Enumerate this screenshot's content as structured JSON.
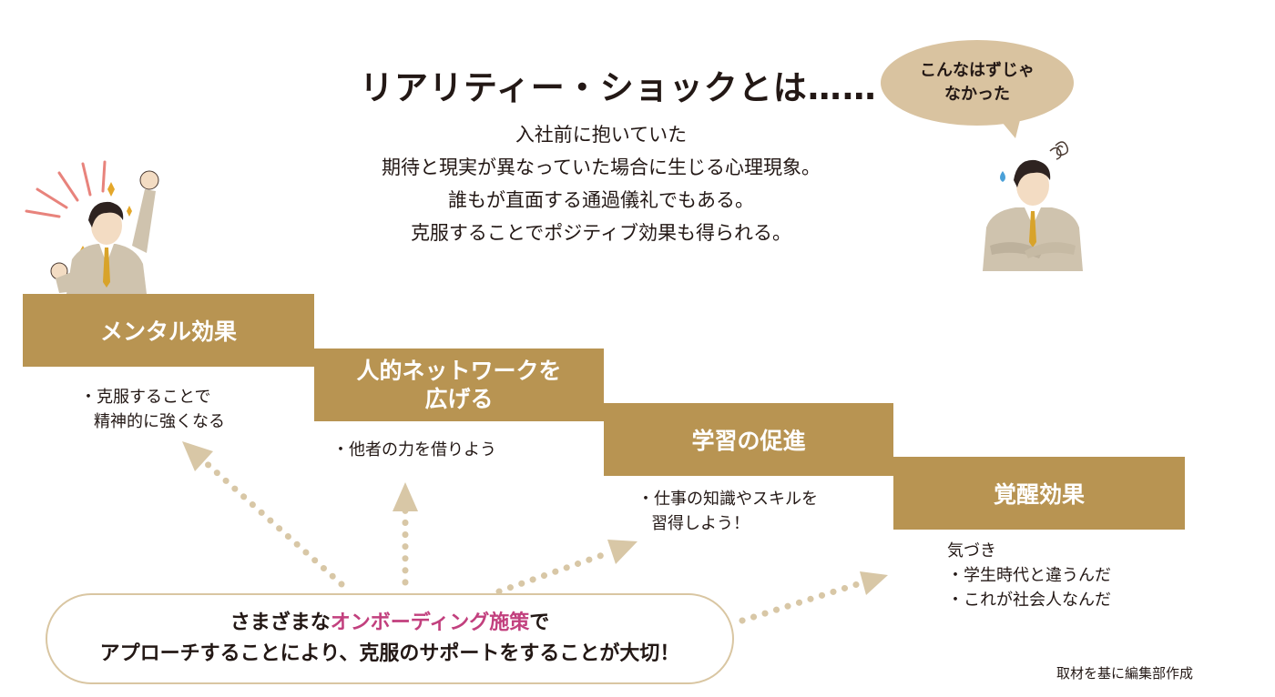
{
  "title": "リアリティー・ショックとは……",
  "intro": {
    "lines": [
      "入社前に抱いていた",
      "期待と現実が異なっていた場合に生じる心理現象。",
      "誰もが直面する通過儀礼でもある。",
      "克服することでポジティブ効果も得られる。"
    ]
  },
  "speech_bubble": {
    "line1": "こんなはずじゃ",
    "line2": "なかった"
  },
  "steps": [
    {
      "label": "メンタル効果",
      "note": [
        "・克服することで",
        "精神的に強くなる"
      ]
    },
    {
      "label_line1": "人的ネットワークを",
      "label_line2": "広げる",
      "note": [
        "・他者の力を借りよう"
      ]
    },
    {
      "label": "学習の促進",
      "note": [
        "・仕事の知識やスキルを",
        "習得しよう！"
      ]
    },
    {
      "label": "覚醒効果",
      "note": [
        "気づき",
        "・学生時代と違うんだ",
        "・これが社会人なんだ"
      ]
    }
  ],
  "callout": {
    "line1_pre": "さまざまな",
    "line1_accent": "オンボーディング施策",
    "line1_post": "で",
    "line2": "アプローチすることにより、克服のサポートをすることが大切！"
  },
  "credit": "取材を基に編集部作成",
  "colors": {
    "step_fill": "#b89452",
    "bubble_fill": "#d9c3a0",
    "accent_text": "#c2407e",
    "arrow_dots": "#d8c7a6",
    "burst_lines": "#e8837c"
  },
  "icons": {
    "excited_person": "excited-businessman-illustration",
    "worried_person": "worried-businessman-illustration"
  }
}
